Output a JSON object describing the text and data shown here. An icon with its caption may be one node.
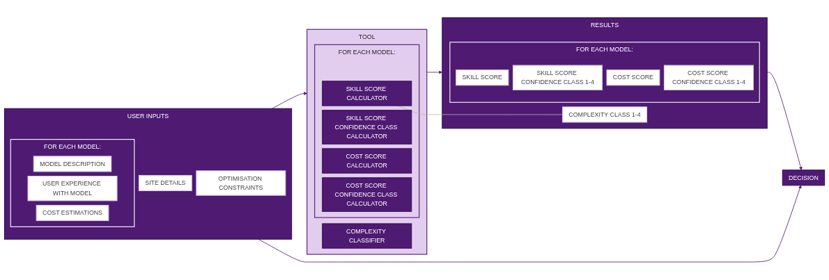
{
  "diagram": {
    "nodes": [
      {
        "text": [
          "USER INPUTS"
        ]
      },
      {
        "text": [
          "SITE DETAILS"
        ],
        "in": 0
      },
      {
        "text": [
          "FOR EACH MODEL:"
        ],
        "in": 0
      },
      {
        "text": [
          "MODEL DESCRIPTION"
        ],
        "in": 2
      },
      {
        "text": [
          "USER EXPERIENCE WITH MODEL"
        ],
        "in": 2
      },
      {
        "text": [
          "COST ESTIMATIONS"
        ],
        "in": 2
      },
      {
        "text": [
          "OPTIMISATION CONSTRAINTS"
        ],
        "in": 0
      },
      {
        "text": [
          "TOOL"
        ]
      },
      {
        "text": [
          "COMPLEXITY CLASSIFIER"
        ],
        "in": 7
      },
      {
        "text": [
          "FOR EACH MODEL:"
        ],
        "in": 7
      },
      {
        "text": [
          "SKILL SCORE CALCULATOR"
        ],
        "in": 9
      },
      {
        "text": [
          "SKILL SCORE CONFIDENCE CLASS CALCULATOR"
        ],
        "in": 9
      },
      {
        "text": [
          "COST SCORE CALCULATOR"
        ],
        "in": 9
      },
      {
        "text": [
          "COST SCORE CONFIDENCE CLASS CALCULATOR"
        ],
        "in": 9
      },
      {
        "text": [
          "RESULTS"
        ]
      },
      {
        "text": [
          "COMPLEXITY CLASS 1-4"
        ],
        "in": 14
      },
      {
        "text": [
          "FOR EACH MODEL:"
        ],
        "in": 14
      },
      {
        "text": [
          "SKILL SCORE"
        ],
        "in": 16
      },
      {
        "text": [
          "SKILL SCORE CONFIDENCE CLASS 1-4"
        ],
        "in": 16
      },
      {
        "text": [
          "COST SCORE"
        ],
        "in": 16
      },
      {
        "text": [
          "COST SCORE CONFIDENCE CLASS 1-4"
        ],
        "in": 16
      },
      {
        "text": [
          "DECISION"
        ]
      }
    ],
    "edges": [
      {
        "from": 0,
        "to": 7,
        "arrow": "to"
      },
      {
        "from": 7,
        "to": 14,
        "arrow": "to"
      },
      {
        "from": 14,
        "to": 21,
        "arrow": "to"
      },
      {
        "from": 10,
        "to": 15,
        "arrow": "none",
        "color": "#b4b4b4"
      },
      {
        "from": 0,
        "to": 21,
        "arrow": "to"
      }
    ]
  }
}
